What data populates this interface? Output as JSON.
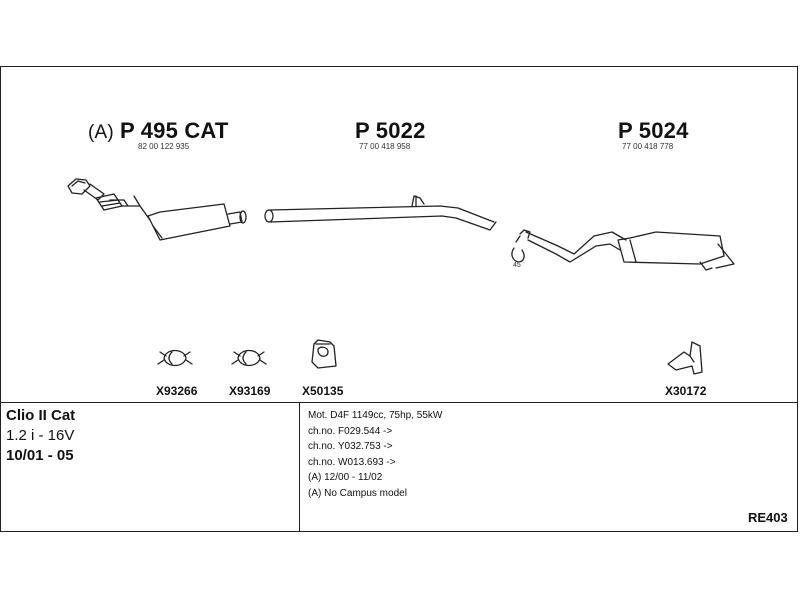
{
  "parts": [
    {
      "prefix": "(A)",
      "title": "P 495 CAT",
      "oem": "82 00 122 935"
    },
    {
      "prefix": "",
      "title": "P 5022",
      "oem": "77 00 418 958"
    },
    {
      "prefix": "",
      "title": "P 5024",
      "oem": "77 00 418 778"
    }
  ],
  "clamp_note": "45",
  "accessories": [
    "X93266",
    "X93169",
    "X50135",
    "X30172"
  ],
  "vehicle": {
    "model": "Clio II Cat",
    "engine": "1.2 i - 16V",
    "years": "10/01 - 05"
  },
  "notes": [
    "Mot. D4F 1149cc, 75hp, 55kW",
    "ch.no. F029.544 ->",
    "ch.no. Y032.753 ->",
    "ch.no. W013.693 ->",
    "(A) 12/00 - 11/02",
    "(A) No Campus model"
  ],
  "reference": "RE403"
}
